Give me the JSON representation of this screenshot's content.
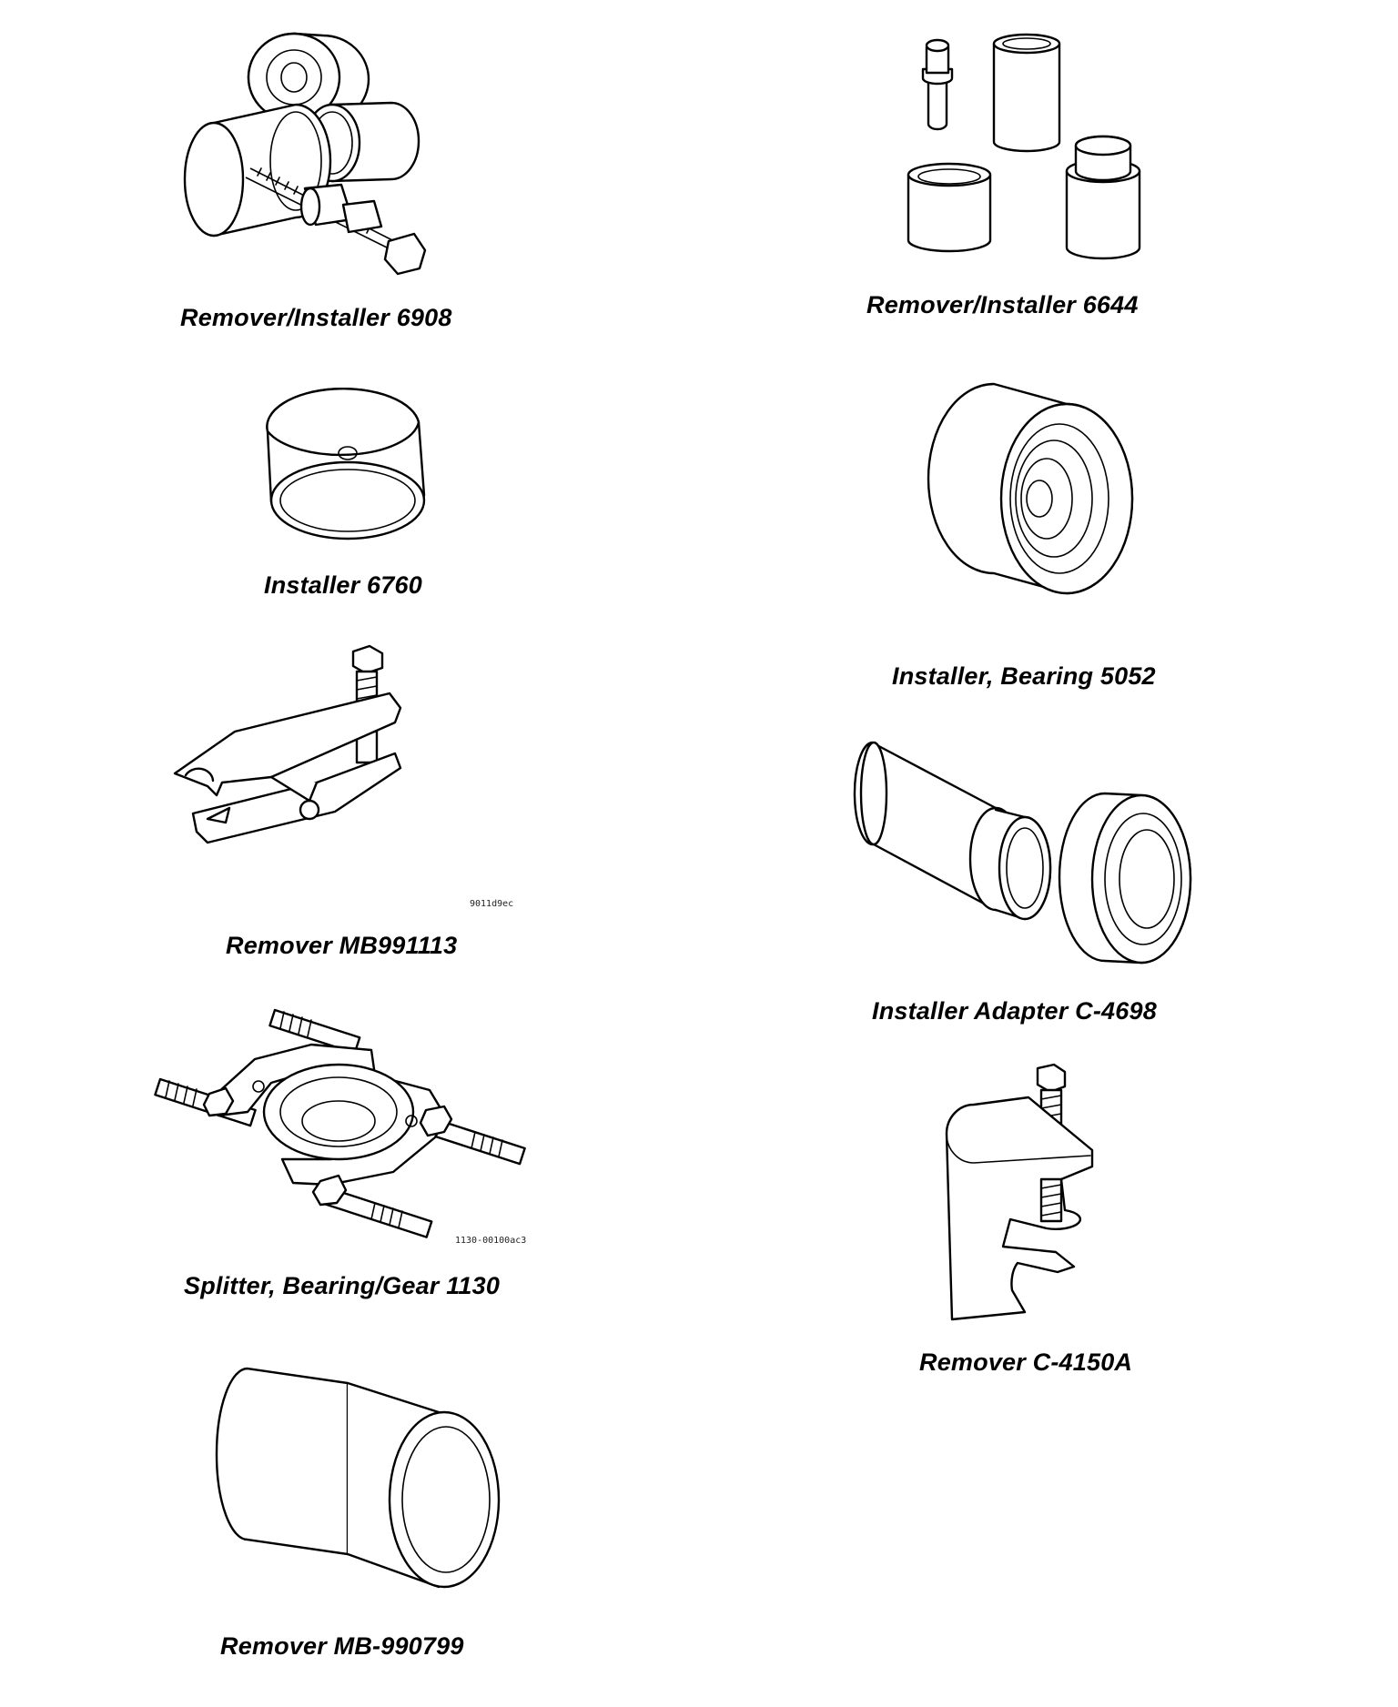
{
  "tools": [
    {
      "id": "remover-installer-6908",
      "caption": "Remover/Installer 6908"
    },
    {
      "id": "remover-installer-6644",
      "caption": "Remover/Installer 6644"
    },
    {
      "id": "installer-6760",
      "caption": "Installer 6760"
    },
    {
      "id": "installer-bearing-5052",
      "caption": "Installer, Bearing 5052"
    },
    {
      "id": "remover-mb991113",
      "caption": "Remover MB991113",
      "part_code": "9011d9ec"
    },
    {
      "id": "installer-adapter-c-4698",
      "caption": "Installer Adapter C-4698"
    },
    {
      "id": "splitter-bearing-gear-1130",
      "caption": "Splitter, Bearing/Gear 1130",
      "part_code": "1130-00100ac3"
    },
    {
      "id": "remover-c-4150a",
      "caption": "Remover C-4150A"
    },
    {
      "id": "remover-mb-990799",
      "caption": "Remover MB-990799"
    }
  ]
}
